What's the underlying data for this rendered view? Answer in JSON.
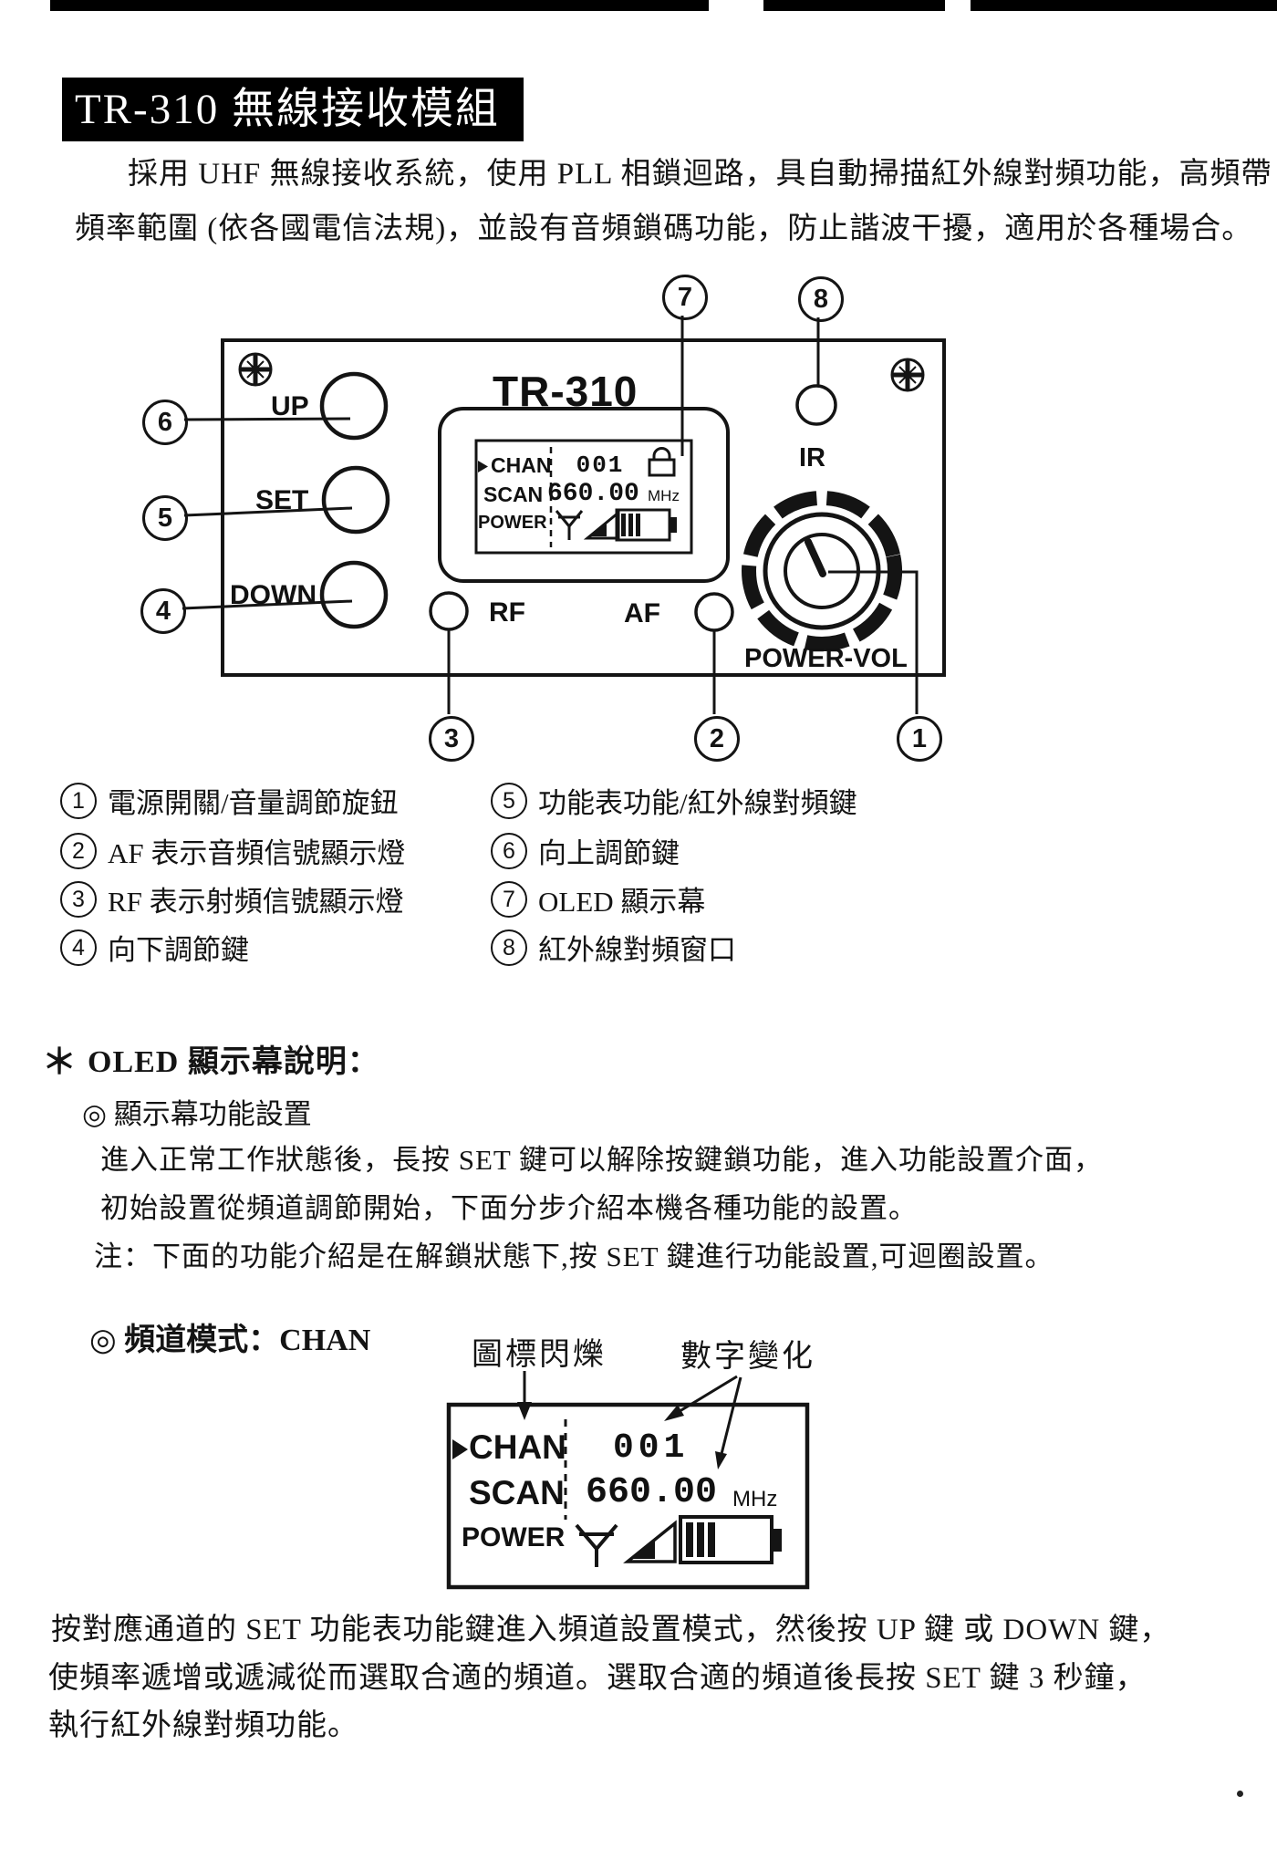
{
  "header": {
    "title": "TR-310 無線接收模組",
    "intro_line1": "採用 UHF 無線接收系統，使用 PLL 相鎖迴路，具自動掃描紅外線對頻功能，高頻帶",
    "intro_line2": "頻率範圍 (依各國電信法規)，並設有音頻鎖碼功能，防止諧波干擾，適用於各種場合。"
  },
  "panel": {
    "model": "TR-310",
    "up_label": "UP",
    "set_label": "SET",
    "down_label": "DOWN",
    "rf_label": "RF",
    "af_label": "AF",
    "ir_label": "IR",
    "power_vol_label": "POWER-VOL",
    "callouts": [
      "1",
      "2",
      "3",
      "4",
      "5",
      "6",
      "7",
      "8"
    ]
  },
  "display": {
    "row1_label": "CHAN",
    "row2_label": "SCAN",
    "row3_label": "POWER",
    "channel": "001",
    "frequency": "660.00",
    "unit": "MHz"
  },
  "legend": {
    "items": [
      {
        "num": "1",
        "text": "電源開關/音量調節旋鈕"
      },
      {
        "num": "2",
        "text": "AF 表示音頻信號顯示燈"
      },
      {
        "num": "3",
        "text": "RF 表示射頻信號顯示燈"
      },
      {
        "num": "4",
        "text": "向下調節鍵"
      },
      {
        "num": "5",
        "text": "功能表功能/紅外線對頻鍵"
      },
      {
        "num": "6",
        "text": "向上調節鍵"
      },
      {
        "num": "7",
        "text": "OLED 顯示幕"
      },
      {
        "num": "8",
        "text": "紅外線對頻窗口"
      }
    ]
  },
  "oled_section": {
    "star": "＊",
    "heading": "OLED 顯示幕說明：",
    "sub_heading": "◎ 顯示幕功能設置",
    "line1": "進入正常工作狀態後，長按 SET 鍵可以解除按鍵鎖功能，進入功能設置介面，",
    "line2": "初始設置從頻道調節開始，下面分步介紹本機各種功能的設置。",
    "line3": "注：下面的功能介紹是在解鎖狀態下,按 SET 鍵進行功能設置,可迴圈設置。"
  },
  "chan_section": {
    "heading": "◎ 頻道模式：CHAN",
    "label_icon_blink": "圖標閃爍",
    "label_digit_change": "數字變化"
  },
  "footer": {
    "line1": "按對應通道的 SET 功能表功能鍵進入頻道設置模式，然後按 UP 鍵 或 DOWN 鍵，",
    "line2": "使頻率遞增或遞減從而選取合適的頻道。選取合適的頻道後長按 SET 鍵 3 秒鐘，",
    "line3": "執行紅外線對頻功能。"
  }
}
